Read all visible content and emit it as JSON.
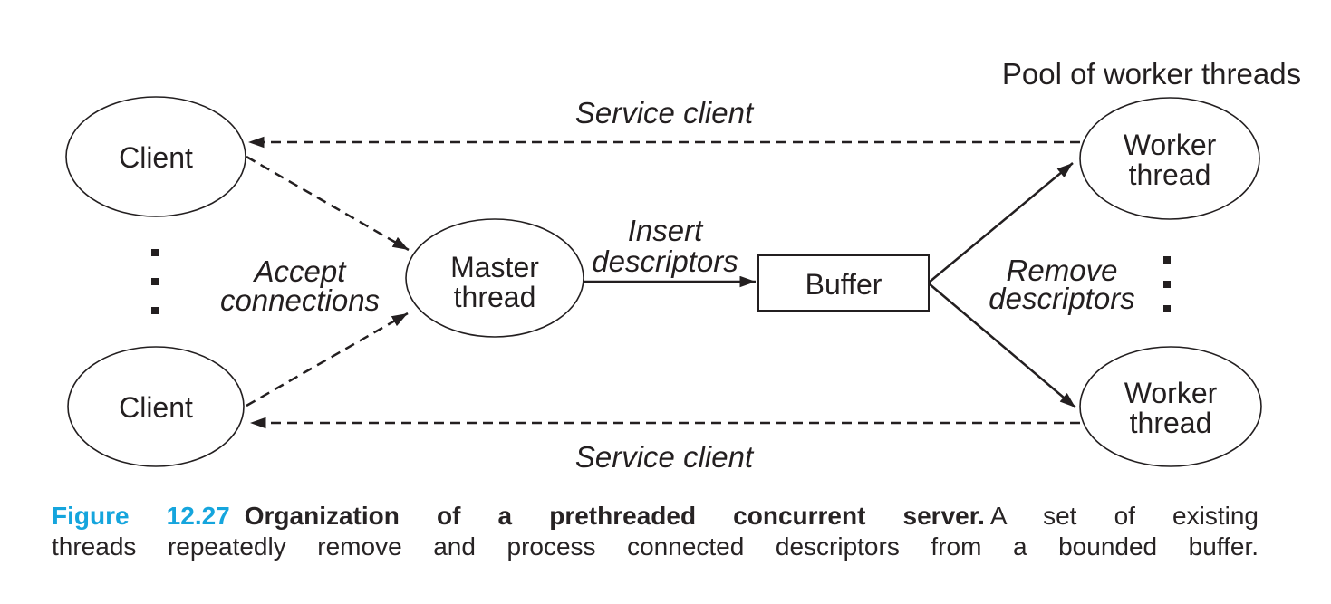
{
  "diagram": {
    "labels": {
      "pool": "Pool of worker threads",
      "service_top": "Service client",
      "service_bottom": "Service client",
      "accept_line1": "Accept",
      "accept_line2": "connections",
      "insert_line1": "Insert",
      "insert_line2": "descriptors",
      "remove_line1": "Remove",
      "remove_line2": "descriptors"
    },
    "nodes": {
      "client_top": "Client",
      "client_bottom": "Client",
      "master_line1": "Master",
      "master_line2": "thread",
      "buffer": "Buffer",
      "worker_top_line1": "Worker",
      "worker_top_line2": "thread",
      "worker_bottom_line1": "Worker",
      "worker_bottom_line2": "thread"
    },
    "icons": {
      "client_more": "vertical-ellipsis",
      "worker_more": "vertical-ellipsis"
    },
    "colors": {
      "ink": "#231f20",
      "background": "#ffffff"
    }
  },
  "caption": {
    "figure_label": "Figure 12.27",
    "title": "Organization of a prethreaded concurrent server.",
    "body_line1": "A set of existing",
    "body_line2": "threads repeatedly remove and process connected descriptors from a bounded buffer.",
    "accent_color": "#15a5dd",
    "text_color": "#272324"
  }
}
